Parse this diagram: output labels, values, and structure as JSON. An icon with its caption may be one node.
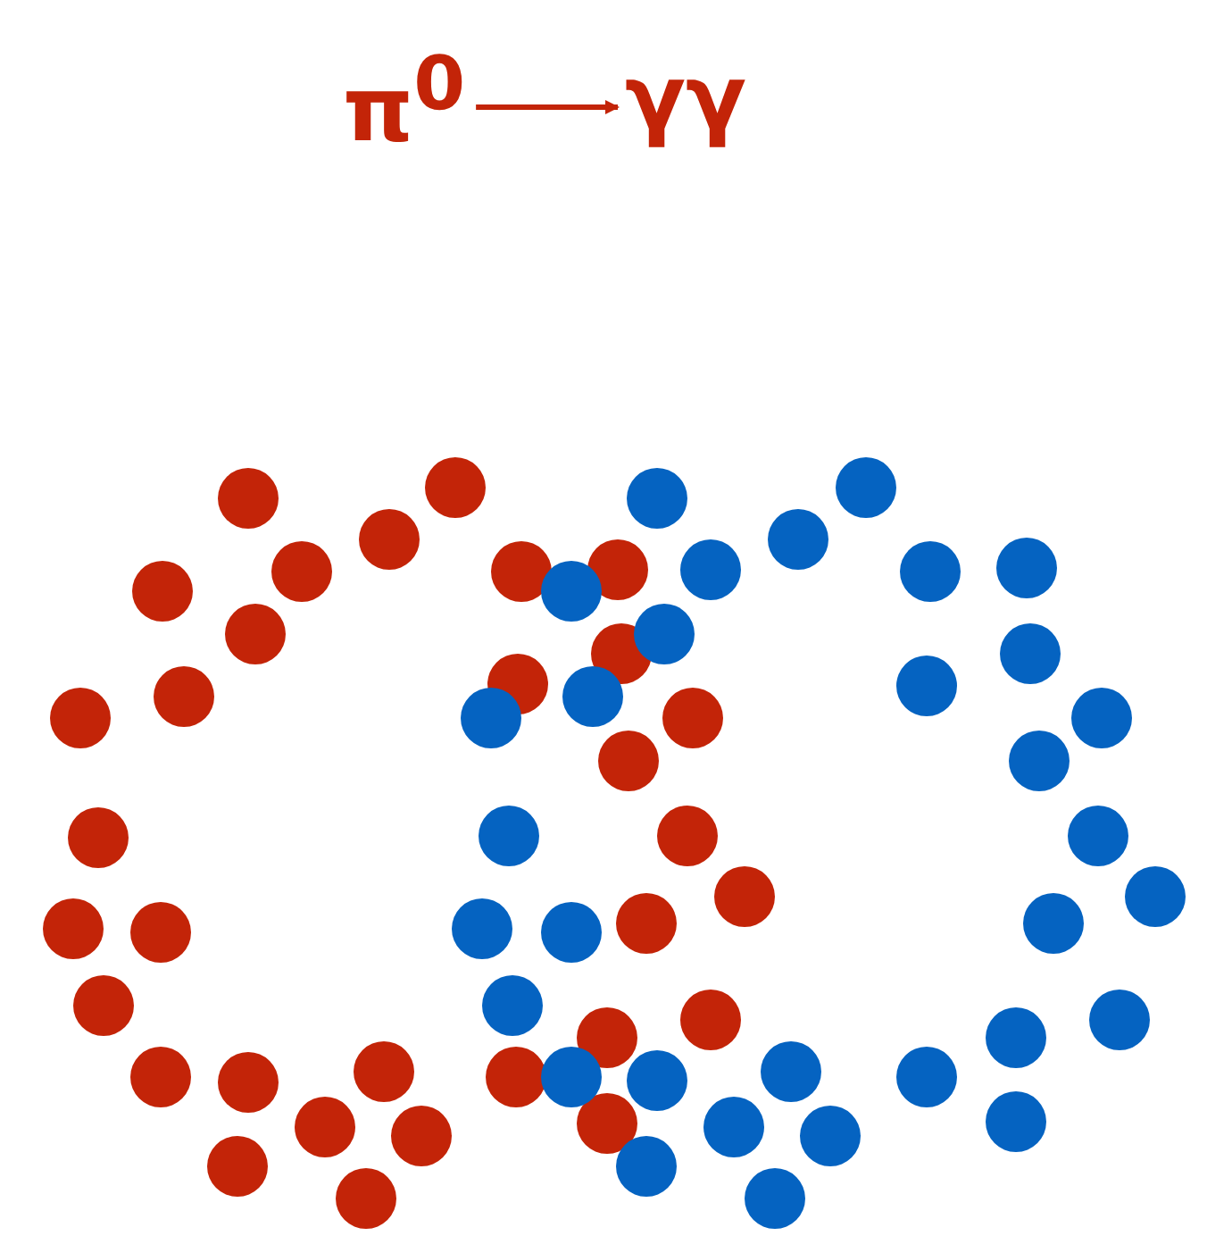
{
  "diagram": {
    "nodes": [
      {
        "text": [
          "π$^{0}$"
        ]
      },
      {
        "text": [
          "γγ"
        ]
      }
    ],
    "edges": [
      {
        "from": 0,
        "to": 1,
        "arrow": "to"
      }
    ]
  }
}
